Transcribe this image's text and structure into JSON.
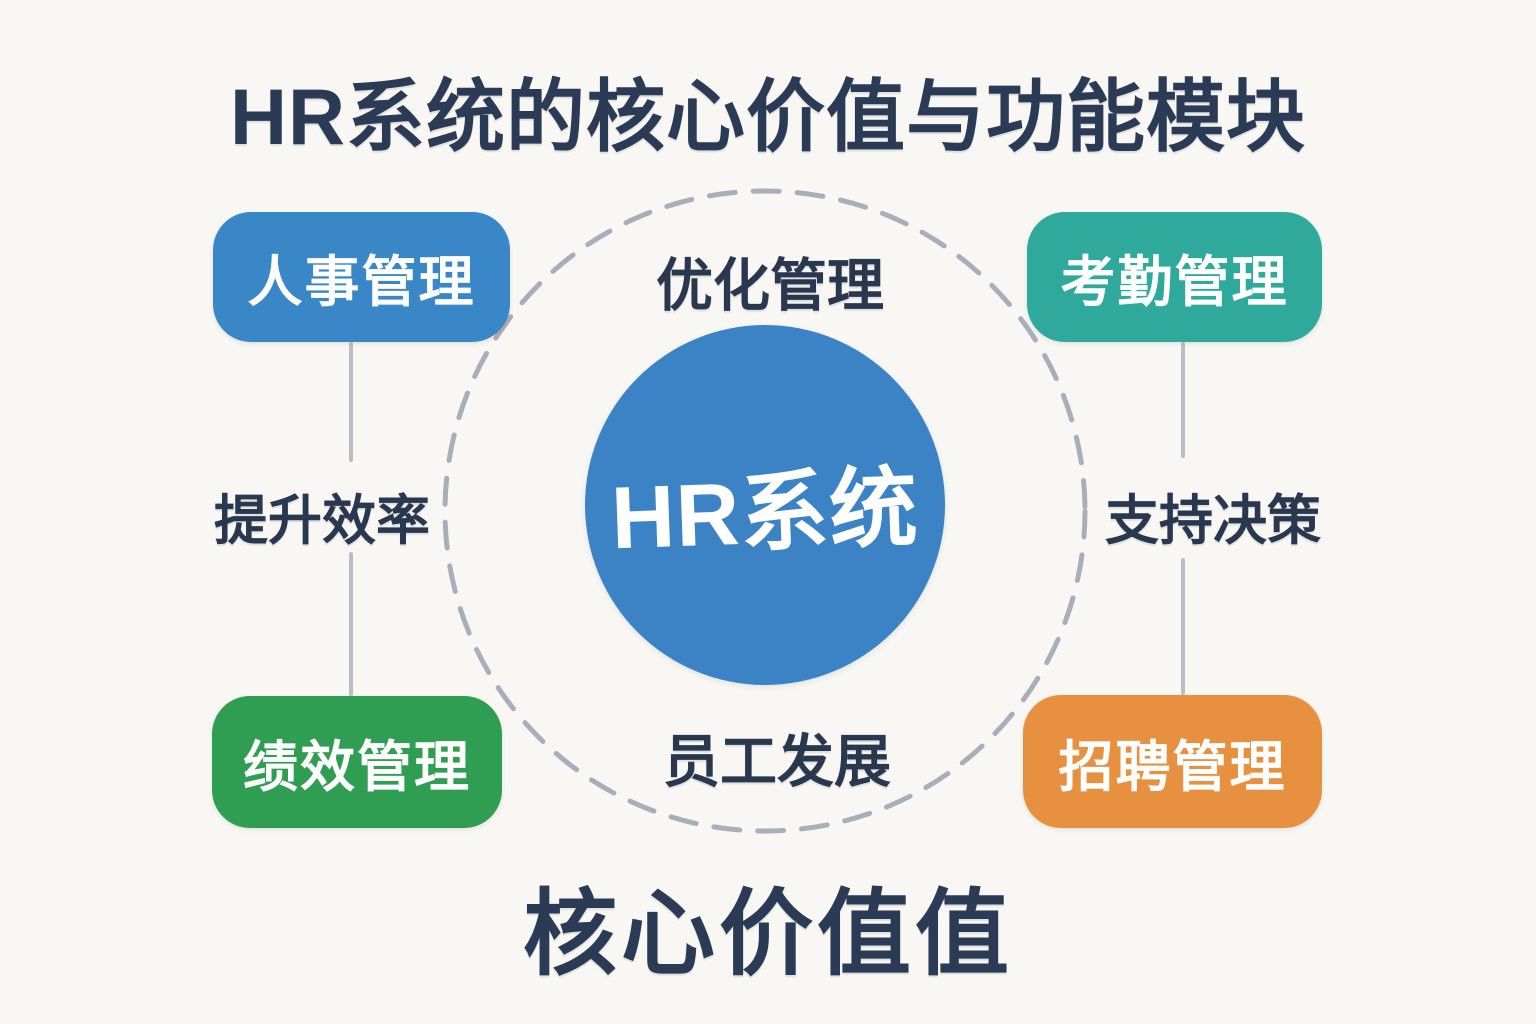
{
  "title": "HR系统的核心价值与功能模块",
  "footer": "核心价值值",
  "center": {
    "label": "HR系统",
    "circle_color": "#3c83c6"
  },
  "orbit": {
    "style": "dashed-circle",
    "color": "#a9aeb9"
  },
  "inner_values": {
    "top": "优化管理",
    "bottom": "员工发展"
  },
  "side_values": {
    "left": "提升效率",
    "right": "支持决策"
  },
  "modules": [
    {
      "id": "personnel",
      "label": "人事管理",
      "color": "#3a87c7",
      "position": "top-left"
    },
    {
      "id": "attendance",
      "label": "考勤管理",
      "color": "#2fa99b",
      "position": "top-right"
    },
    {
      "id": "performance",
      "label": "绩效管理",
      "color": "#2f9e53",
      "position": "bottom-left"
    },
    {
      "id": "recruitment",
      "label": "招聘管理",
      "color": "#e79140",
      "position": "bottom-right"
    }
  ],
  "colors": {
    "background": "#f8f7f3",
    "heading_text": "#2b3a55",
    "value_text": "#2a384f",
    "connector": "#b9bec4"
  }
}
